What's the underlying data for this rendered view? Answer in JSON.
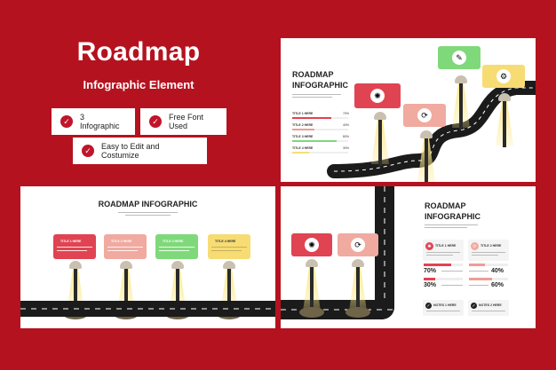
{
  "hero": {
    "title": "Roadmap",
    "subtitle": "Infographic Element",
    "features": [
      "3 Infographic",
      "Free Font Used",
      "Easy to Edit and Costumize"
    ]
  },
  "slide_a": {
    "heading_line1": "ROADMAP",
    "heading_line2": "INFOGRAPHIC",
    "bars": [
      {
        "label": "TITLE 1 HERE",
        "pct": "70%",
        "fill": 0.7,
        "color": "#e5414f"
      },
      {
        "label": "TITLE 2 HERE",
        "pct": "40%",
        "fill": 0.4,
        "color": "#ef9c94"
      },
      {
        "label": "TITLE 3 HERE",
        "pct": "80%",
        "fill": 0.8,
        "color": "#7ed67a"
      },
      {
        "label": "TITLE 4 HERE",
        "pct": "30%",
        "fill": 0.3,
        "color": "#f6df7a"
      }
    ],
    "cards": [
      {
        "color": "#e04452",
        "icon": "✺"
      },
      {
        "color": "#f0aaa0",
        "icon": "⟳"
      },
      {
        "color": "#7fd97a",
        "icon": "✎"
      },
      {
        "color": "#f7dc73",
        "icon": "⚙"
      }
    ]
  },
  "slide_b": {
    "heading": "ROADMAP INFOGRAPHIC",
    "cards": [
      {
        "title": "TITLE 1 HERE",
        "color": "#e04452"
      },
      {
        "title": "TITLE 2 HERE",
        "color": "#f0aaa0"
      },
      {
        "title": "TITLE 3 HERE",
        "color": "#7fd97a"
      },
      {
        "title": "TITLE 4 HERE",
        "color": "#f7dc73"
      }
    ]
  },
  "slide_c": {
    "heading_line1": "ROADMAP",
    "heading_line2": "INFOGRAPHIC",
    "cards": [
      {
        "color": "#e04452",
        "icon": "✺"
      },
      {
        "color": "#f0aaa0",
        "icon": "⟳"
      }
    ],
    "boxes": [
      {
        "title": "TITLE 1 HERE",
        "color": "#e04452"
      },
      {
        "title": "TITLE 2 HERE",
        "color": "#f0aaa0"
      }
    ],
    "stats": [
      {
        "pct": "70%",
        "fill": 0.7,
        "color": "#e5414f"
      },
      {
        "pct": "40%",
        "fill": 0.4,
        "color": "#ef9c94"
      },
      {
        "pct": "30%",
        "fill": 0.3,
        "color": "#e5414f"
      },
      {
        "pct": "60%",
        "fill": 0.6,
        "color": "#ef9c94"
      }
    ],
    "notes": [
      {
        "title": "NOTES 1 HERE"
      },
      {
        "title": "NOTES 2 HERE"
      }
    ]
  }
}
